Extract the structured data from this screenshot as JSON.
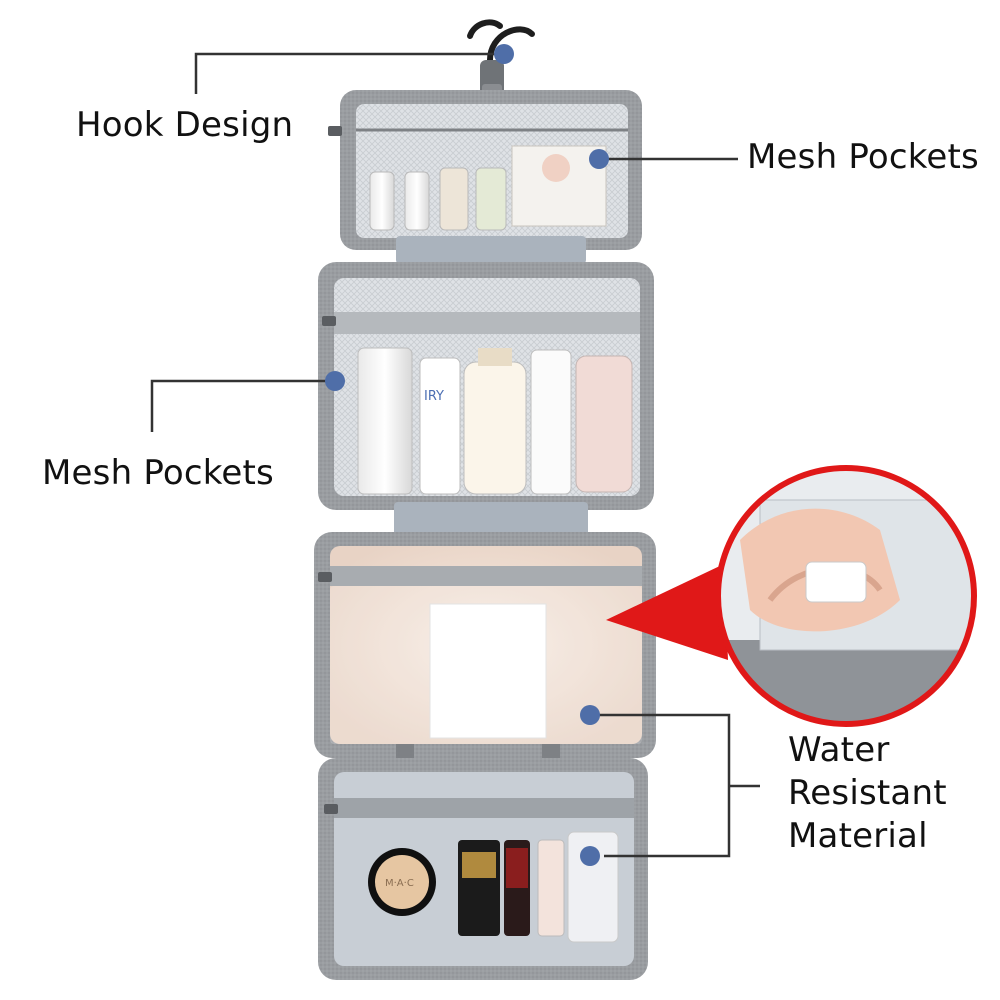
{
  "callouts": {
    "hook": "Hook Design",
    "mesh_top": "Mesh Pockets",
    "mesh_middle": "Mesh Pockets",
    "water": [
      "Water",
      "Resistant",
      "Material"
    ]
  },
  "product_text": {
    "compact_brand": "M·A·C",
    "lotion_label": "IRY"
  },
  "colors": {
    "bag_grey": "#8e9194",
    "bag_light": "#b7babd",
    "mesh": "#d3d6da",
    "callout_dot": "#4f6ea8",
    "line": "#333333",
    "accent_red": "#e01818"
  },
  "icons": [
    "hook-icon",
    "zipper-icon",
    "callout-dot-icon",
    "zoom-inset-icon"
  ]
}
